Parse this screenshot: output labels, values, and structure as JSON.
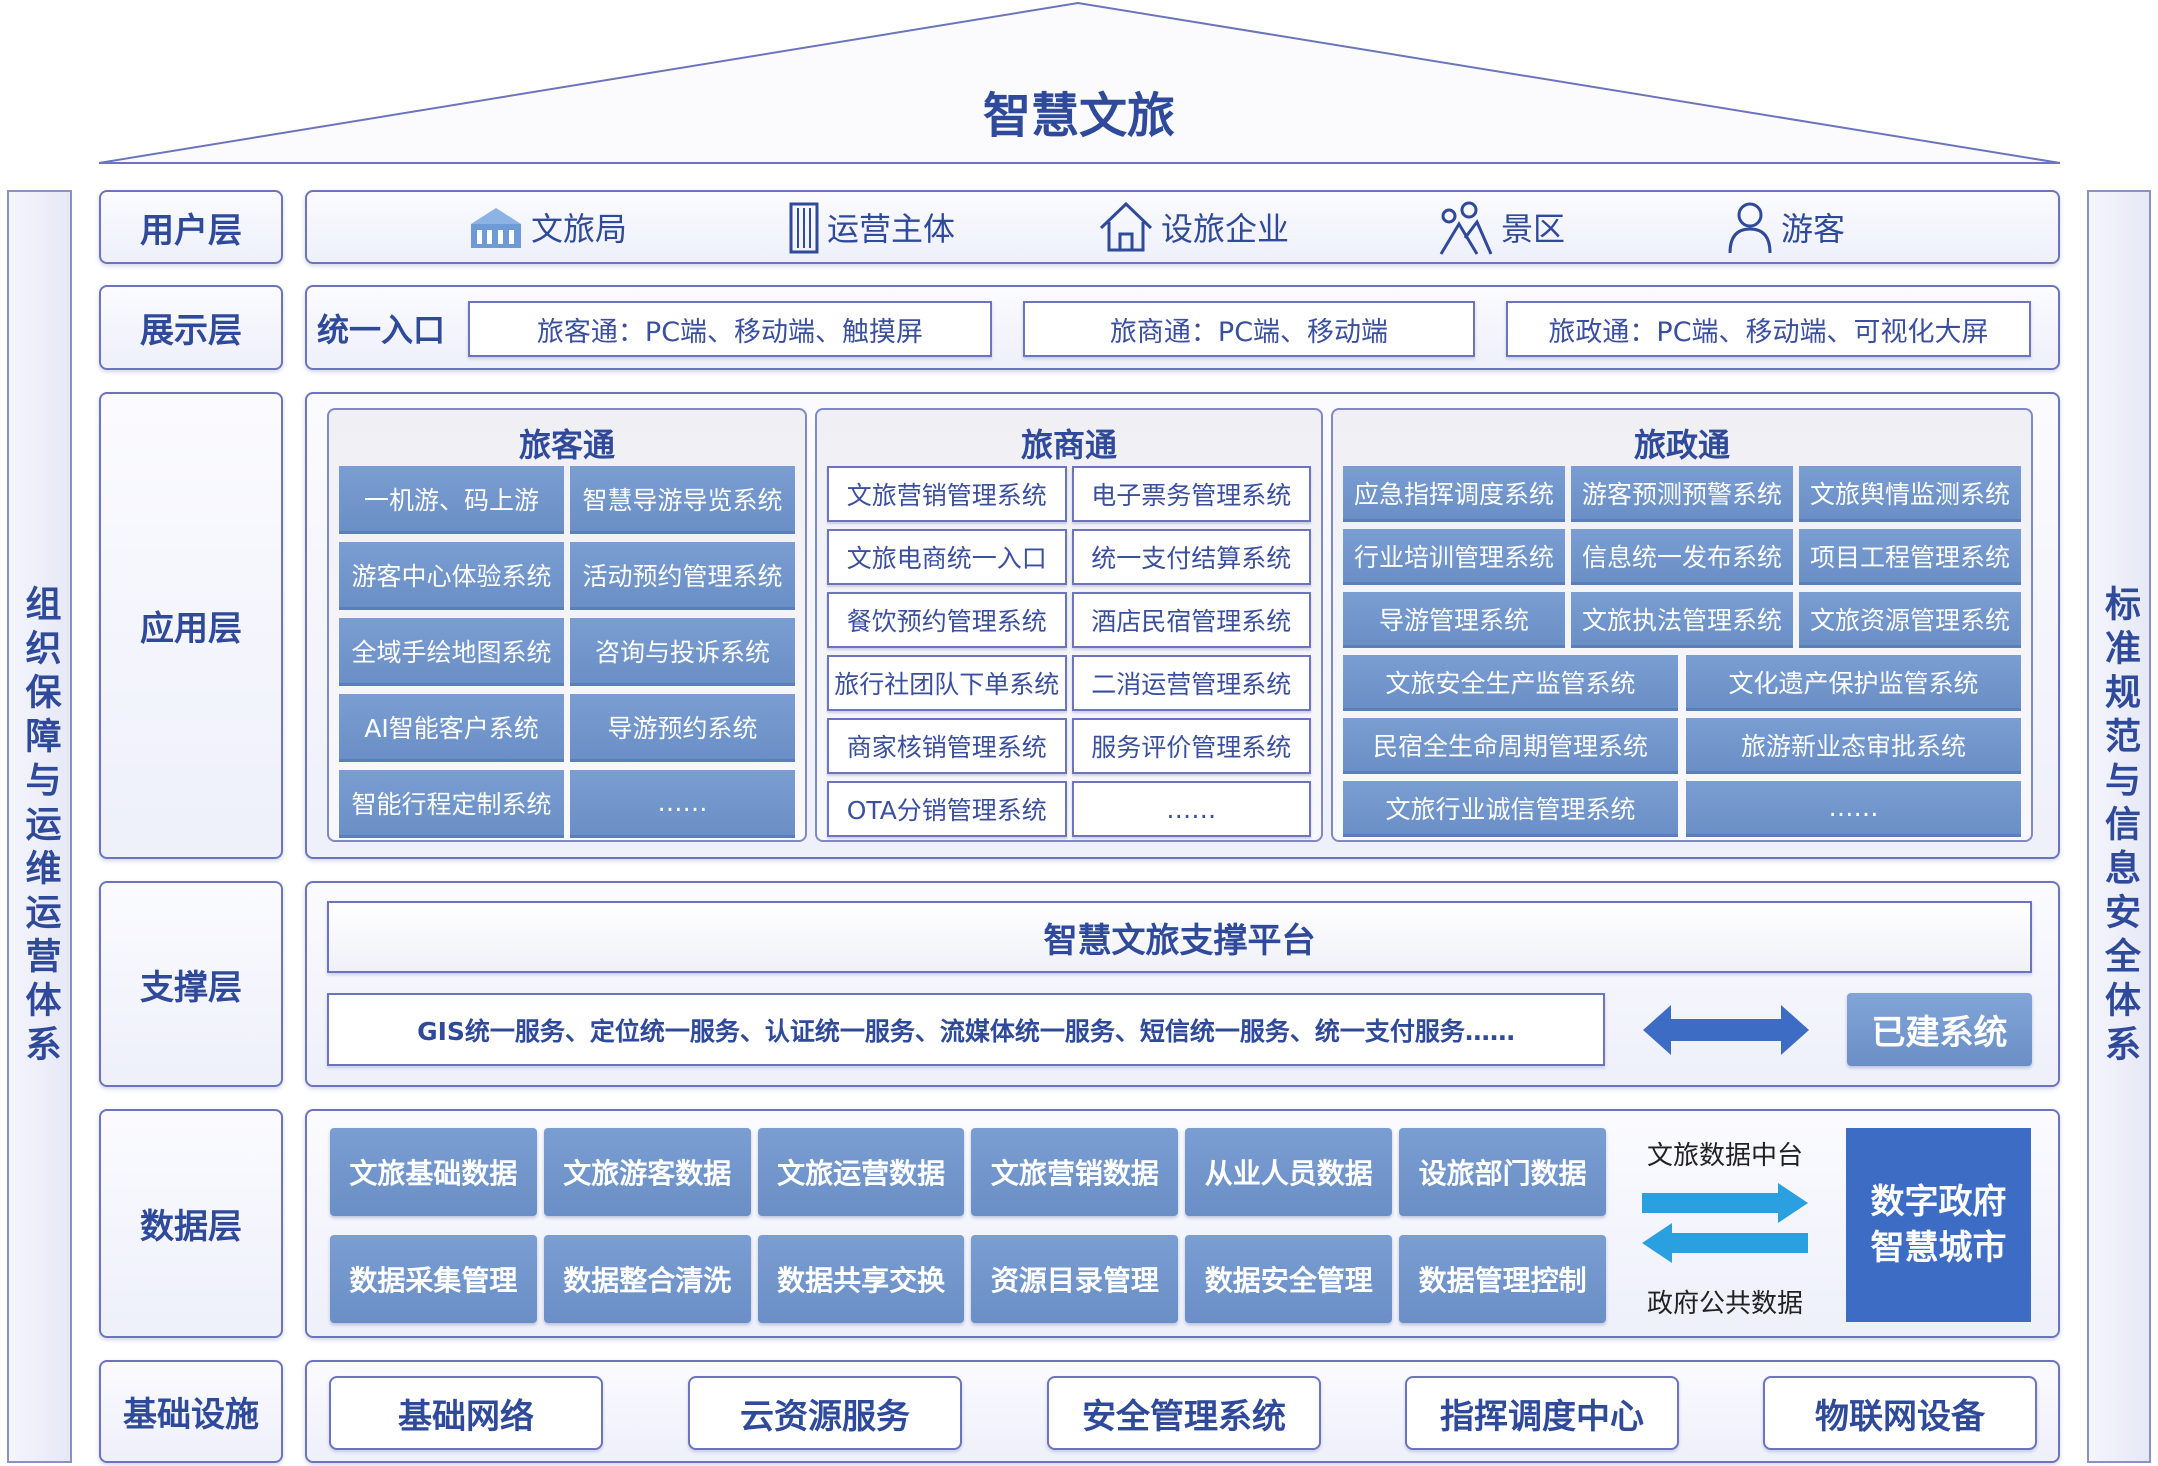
{
  "title": "智慧文旅",
  "left_side": "组织保障与运维运营体系",
  "right_side": "标准规范与信息安全体系",
  "layers": {
    "user": "用户层",
    "display": "展示层",
    "app": "应用层",
    "support": "支撑层",
    "data": "数据层",
    "infra": "基础设施"
  },
  "users": [
    {
      "label": "文旅局",
      "icon": "government-building-icon"
    },
    {
      "label": "运营主体",
      "icon": "office-tower-icon"
    },
    {
      "label": "设旅企业",
      "icon": "house-icon"
    },
    {
      "label": "景区",
      "icon": "scenic-spot-icon"
    },
    {
      "label": "游客",
      "icon": "person-icon"
    }
  ],
  "display": {
    "entry_label": "统一入口",
    "entries": [
      "旅客通：PC端、移动端、触摸屏",
      "旅商通：PC端、移动端",
      "旅政通：PC端、移动端、可视化大屏"
    ]
  },
  "apps": {
    "lvke": {
      "title": "旅客通",
      "items": [
        "一机游、码上游",
        "智慧导游导览系统",
        "游客中心体验系统",
        "活动预约管理系统",
        "全域手绘地图系统",
        "咨询与投诉系统",
        "AI智能客户系统",
        "导游预约系统",
        "智能行程定制系统",
        "……"
      ]
    },
    "lvshang": {
      "title": "旅商通",
      "items": [
        "文旅营销管理系统",
        "电子票务管理系统",
        "文旅电商统一入口",
        "统一支付结算系统",
        "餐饮预约管理系统",
        "酒店民宿管理系统",
        "旅行社团队下单系统",
        "二消运营管理系统",
        "商家核销管理系统",
        "服务评价管理系统",
        "OTA分销管理系统",
        "……"
      ]
    },
    "lvzheng": {
      "title": "旅政通",
      "items3": [
        "应急指挥调度系统",
        "游客预测预警系统",
        "文旅舆情监测系统",
        "行业培训管理系统",
        "信息统一发布系统",
        "项目工程管理系统",
        "导游管理系统",
        "文旅执法管理系统",
        "文旅资源管理系统"
      ],
      "items2": [
        "文旅安全生产监管系统",
        "文化遗产保护监管系统",
        "民宿全生命周期管理系统",
        "旅游新业态审批系统",
        "文旅行业诚信管理系统",
        "……"
      ]
    }
  },
  "support": {
    "platform": "智慧文旅支撑平台",
    "services": "GIS统一服务、定位统一服务、认证统一服务、流媒体统一服务、短信统一服务、统一支付服务……",
    "built": "已建系统"
  },
  "data": {
    "row1": [
      "文旅基础数据",
      "文旅游客数据",
      "文旅运营数据",
      "文旅营销数据",
      "从业人员数据",
      "设旅部门数据"
    ],
    "row2": [
      "数据采集管理",
      "数据整合清洗",
      "数据共享交换",
      "资源目录管理",
      "数据安全管理",
      "数据管理控制"
    ],
    "top_label": "文旅数据中台",
    "bottom_label": "政府公共数据",
    "gov_line1": "数字政府",
    "gov_line2": "智慧城市"
  },
  "infra": [
    "基础网络",
    "云资源服务",
    "安全管理系统",
    "指挥调度中心",
    "物联网设备"
  ],
  "colors": {
    "accent": "#2f4a9a",
    "cell": "#6f94ca",
    "gov": "#3d6cc4",
    "arrow": "#2aa0e0"
  }
}
